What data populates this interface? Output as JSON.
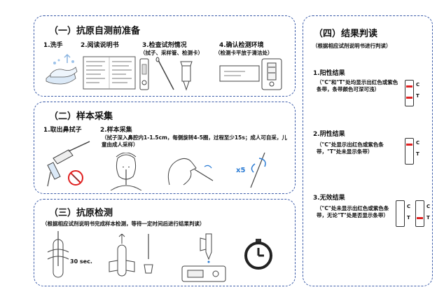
{
  "section1": {
    "title": "（一）抗原自测前准备",
    "steps": [
      {
        "label": "1.洗手"
      },
      {
        "label": "2.阅读说明书"
      },
      {
        "label": "3.检查试剂情况",
        "sub": "（拭子、采样管、检测卡）"
      },
      {
        "label": "4.确认检测环境",
        "sub": "（检测卡平放于清洁处）"
      }
    ]
  },
  "section2": {
    "title": "（二）样本采集",
    "step1": "1.取出鼻拭子",
    "step2": "2.样本采集",
    "note": "（拭子深入鼻腔内1-1.5cm，每侧旋转4-5圈，过程至少15s；成人可自采，儿童由成人采样）",
    "times": "x5"
  },
  "section3": {
    "title": "（三）抗原检测",
    "note": "（根据相应试剂说明书完成样本检测，等待一定时间后进行结果判读）",
    "time_label": "30 sec."
  },
  "section4": {
    "title": "（四）结果判读",
    "note": "（根据相应试剂说明书进行判读）",
    "results": [
      {
        "label": "1.阳性结果",
        "desc": "（\"C\"和\"T\"处均显示出红色或紫色条带，条带颜色可深可浅）"
      },
      {
        "label": "2.阴性结果",
        "desc": "（\"C\"处显示出红色或紫色条带，\"T\"处未显示条带）"
      },
      {
        "label": "3.无效结果",
        "desc": "（\"C\"处未显示出红色或紫色条带，无论\"T\"处是否显示条带）"
      }
    ],
    "c_mark": "C",
    "t_mark": "T"
  },
  "colors": {
    "border": "#3b5ba8",
    "band": "#e02020",
    "accent": "#2a7bd4"
  }
}
